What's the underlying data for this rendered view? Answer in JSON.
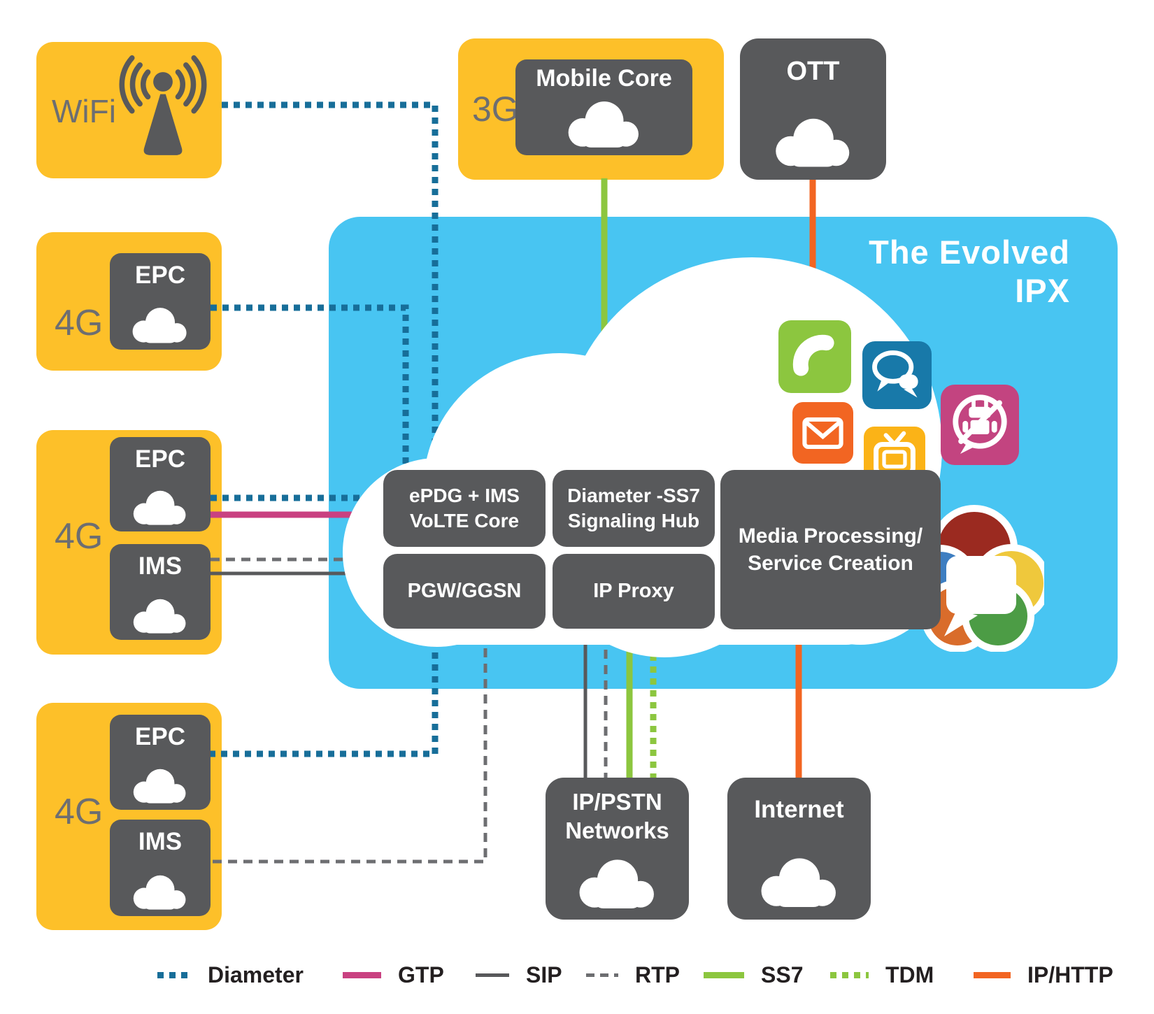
{
  "title": {
    "line1": "The Evolved",
    "line2": "IPX"
  },
  "access_nodes": [
    {
      "tech": "WiFi"
    },
    {
      "tech": "4G",
      "units": [
        "EPC"
      ]
    },
    {
      "tech": "4G",
      "units": [
        "EPC",
        "IMS"
      ]
    },
    {
      "tech": "4G",
      "units": [
        "EPC",
        "IMS"
      ]
    }
  ],
  "top_nodes": {
    "g3_tech": "3G",
    "mobile_core": "Mobile Core",
    "ott": "OTT"
  },
  "core_boxes": {
    "epdg": "ePDG + IMS\nVoLTE Core",
    "hub": "Diameter -SS7\nSignaling Hub",
    "pgw": "PGW/GGSN",
    "proxy": "IP Proxy",
    "media": "Media Processing/\nService Creation"
  },
  "bottom_nodes": {
    "ipstn": "IP/PSTN\nNetworks",
    "internet": "Internet"
  },
  "legend": [
    {
      "label": "Diameter",
      "color": "#176E99",
      "pattern": "dotted"
    },
    {
      "label": "GTP",
      "color": "#C94181",
      "pattern": "solid"
    },
    {
      "label": "SIP",
      "color": "#58595B",
      "pattern": "solid"
    },
    {
      "label": "RTP",
      "color": "#6D6E71",
      "pattern": "dashed"
    },
    {
      "label": "SS7",
      "color": "#8CC63F",
      "pattern": "solid"
    },
    {
      "label": "TDM",
      "color": "#8CC63F",
      "pattern": "dotted"
    },
    {
      "label": "IP/HTTP",
      "color": "#F26522",
      "pattern": "solid"
    }
  ],
  "links": [
    {
      "from": "WiFi",
      "to": "Evolved IPX cloud",
      "protocol": "Diameter"
    },
    {
      "from": "4G EPC (top)",
      "to": "Evolved IPX cloud",
      "protocol": "Diameter"
    },
    {
      "from": "4G EPC (middle)",
      "to": "ePDG + IMS VoLTE Core",
      "protocol": "Diameter"
    },
    {
      "from": "4G EPC (middle)",
      "to": "ePDG + IMS VoLTE Core",
      "protocol": "GTP"
    },
    {
      "from": "4G IMS (middle)",
      "to": "Evolved IPX cloud",
      "protocol": "RTP"
    },
    {
      "from": "4G IMS (middle)",
      "to": "Evolved IPX cloud",
      "protocol": "SIP"
    },
    {
      "from": "4G EPC (bottom)",
      "to": "Evolved IPX cloud",
      "protocol": "Diameter"
    },
    {
      "from": "4G IMS (bottom)",
      "to": "Evolved IPX cloud",
      "protocol": "RTP"
    },
    {
      "from": "3G Mobile Core",
      "to": "Diameter -SS7 Signaling Hub",
      "protocol": "SS7"
    },
    {
      "from": "OTT",
      "to": "Evolved IPX cloud",
      "protocol": "IP/HTTP"
    },
    {
      "from": "IP Proxy",
      "to": "IP/PSTN Networks",
      "protocol": "SIP"
    },
    {
      "from": "IP Proxy",
      "to": "IP/PSTN Networks",
      "protocol": "RTP"
    },
    {
      "from": "Signaling Hub",
      "to": "IP/PSTN Networks",
      "protocol": "SS7"
    },
    {
      "from": "Signaling Hub",
      "to": "IP/PSTN Networks",
      "protocol": "TDM"
    },
    {
      "from": "Media Processing/Service Creation",
      "to": "Internet",
      "protocol": "IP/HTTP"
    }
  ],
  "icons": {
    "wifi": "wifi-antenna-icon",
    "cloud": "cloud-icon",
    "phone": "phone-icon",
    "chat": "chat-bubbles-icon",
    "mail": "envelope-icon",
    "tv": "tv-icon",
    "robot": "no-robot-icon",
    "rcs": "rcs-messaging-logo"
  },
  "colors": {
    "panel_blue": "#48C5F2",
    "node_yellow": "#FDC029",
    "box_gray": "#58595B",
    "label_gray": "#6D6E71",
    "diameter_blue": "#176E99",
    "gtp_magenta": "#C94181",
    "sip_gray": "#58595B",
    "rtp_gray": "#6D6E71",
    "ss7_green": "#8CC63F",
    "tdm_green": "#8CC63F",
    "iphttp_orange": "#F26522",
    "tile_phone_green": "#8CC63F",
    "tile_chat_blue": "#1879A9",
    "tile_mail_orange": "#F26522",
    "tile_tv_yellow": "#FBB317",
    "tile_robot_pink": "#C34480"
  }
}
